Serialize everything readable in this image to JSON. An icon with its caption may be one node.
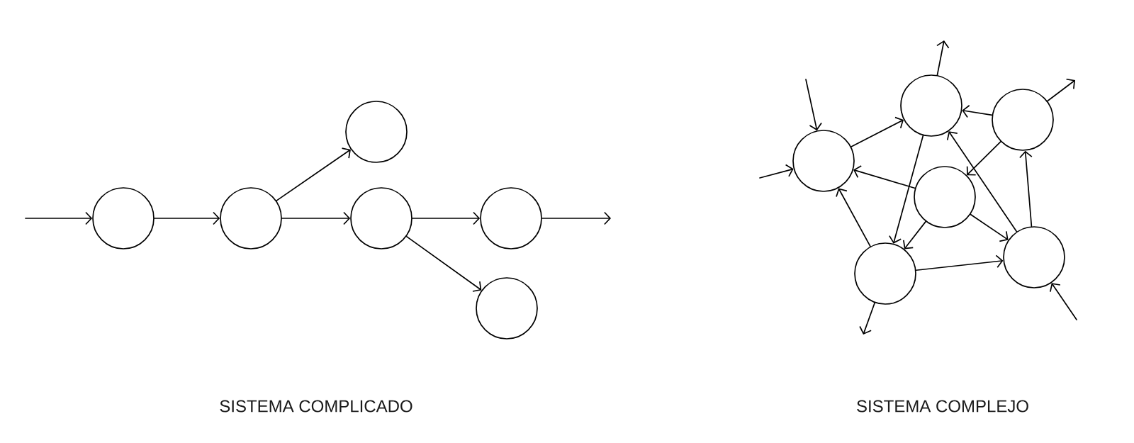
{
  "diagram": {
    "nodes": [
      {
        "text": [],
        "shape": "circle"
      },
      {
        "text": [],
        "shape": "circle"
      },
      {
        "text": [],
        "shape": "circle"
      },
      {
        "text": [],
        "shape": "circle"
      },
      {
        "text": [],
        "shape": "circle"
      },
      {
        "text": [],
        "shape": "circle"
      },
      {
        "text": [],
        "shape": "circle"
      },
      {
        "text": [],
        "shape": "circle"
      },
      {
        "text": [],
        "shape": "circle"
      },
      {
        "text": [],
        "shape": "circle"
      },
      {
        "text": [],
        "shape": "circle"
      },
      {
        "text": [],
        "shape": "circle"
      }
    ],
    "edges": [
      {
        "from": null,
        "to": 0,
        "arrow": "to"
      },
      {
        "from": 0,
        "to": 1,
        "arrow": "to"
      },
      {
        "from": 1,
        "to": 2,
        "arrow": "to"
      },
      {
        "from": 1,
        "to": 3,
        "arrow": "to"
      },
      {
        "from": 3,
        "to": 4,
        "arrow": "to"
      },
      {
        "from": 3,
        "to": 5,
        "arrow": "to"
      },
      {
        "from": 4,
        "to": null,
        "arrow": "to"
      },
      {
        "from": null,
        "to": 6,
        "arrow": "to"
      },
      {
        "from": null,
        "to": 6,
        "arrow": "to"
      },
      {
        "from": 6,
        "to": 7,
        "arrow": "to"
      },
      {
        "from": 7,
        "to": null,
        "arrow": "to"
      },
      {
        "from": 8,
        "to": 7,
        "arrow": "to"
      },
      {
        "from": 8,
        "to": null,
        "arrow": "to"
      },
      {
        "from": 11,
        "to": 7,
        "arrow": "to"
      },
      {
        "from": 7,
        "to": 10,
        "arrow": "to"
      },
      {
        "from": 9,
        "to": 6,
        "arrow": "to"
      },
      {
        "from": 8,
        "to": 9,
        "arrow": "to"
      },
      {
        "from": 9,
        "to": 11,
        "arrow": "to"
      },
      {
        "from": 9,
        "to": 10,
        "arrow": "to"
      },
      {
        "from": 10,
        "to": 6,
        "arrow": "to"
      },
      {
        "from": 11,
        "to": 8,
        "arrow": "to"
      },
      {
        "from": 10,
        "to": 11,
        "arrow": "to"
      },
      {
        "from": null,
        "to": 11,
        "arrow": "to"
      },
      {
        "from": 10,
        "to": null,
        "arrow": "to"
      }
    ],
    "labels": [
      "SISTEMA COMPLICADO",
      "SISTEMA COMPLEJO"
    ]
  }
}
